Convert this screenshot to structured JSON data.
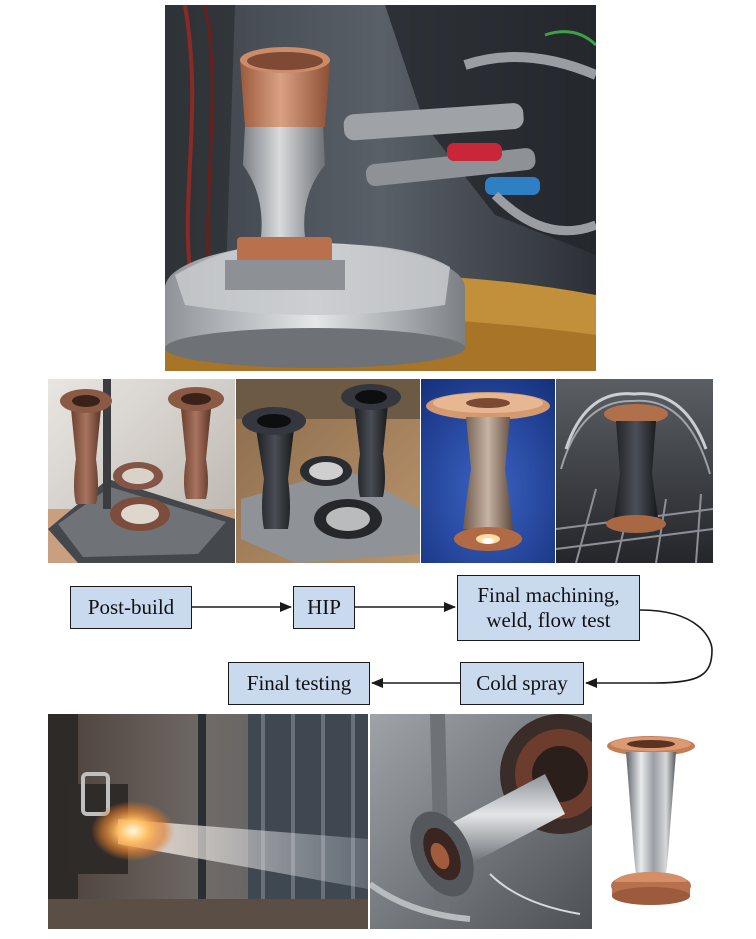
{
  "flow": {
    "steps": [
      {
        "id": "post-build",
        "label": "Post-build"
      },
      {
        "id": "hip",
        "label": "HIP"
      },
      {
        "id": "final-machining",
        "label": "Final machining,\nweld, flow test"
      },
      {
        "id": "cold-spray",
        "label": "Cold spray"
      },
      {
        "id": "final-testing",
        "label": "Final testing"
      }
    ]
  },
  "colors": {
    "box_fill": "#c9d9ee",
    "box_border": "#1a1a1a",
    "arrow": "#1a1a1a",
    "copper": "#c07a55",
    "steel": "#b9bcbf",
    "dark_nozzle": "#2e3036",
    "blue_backdrop": "#1d3f9c"
  },
  "photos": [
    {
      "id": "photo-cold-spray-setup",
      "icon": "cold-spray-nozzle-photo"
    },
    {
      "id": "photo-asbuilt-copper",
      "icon": "as-built-nozzles-photo"
    },
    {
      "id": "photo-hip-dark",
      "icon": "hip-nozzles-photo"
    },
    {
      "id": "photo-machined-blue",
      "icon": "machined-nozzle-photo"
    },
    {
      "id": "photo-flow-test",
      "icon": "flow-test-photo"
    },
    {
      "id": "photo-hotfire",
      "icon": "hot-fire-test-photo"
    },
    {
      "id": "photo-test-stand",
      "icon": "test-stand-photo"
    },
    {
      "id": "photo-finished-nozzle",
      "icon": "finished-nozzle-photo"
    }
  ]
}
